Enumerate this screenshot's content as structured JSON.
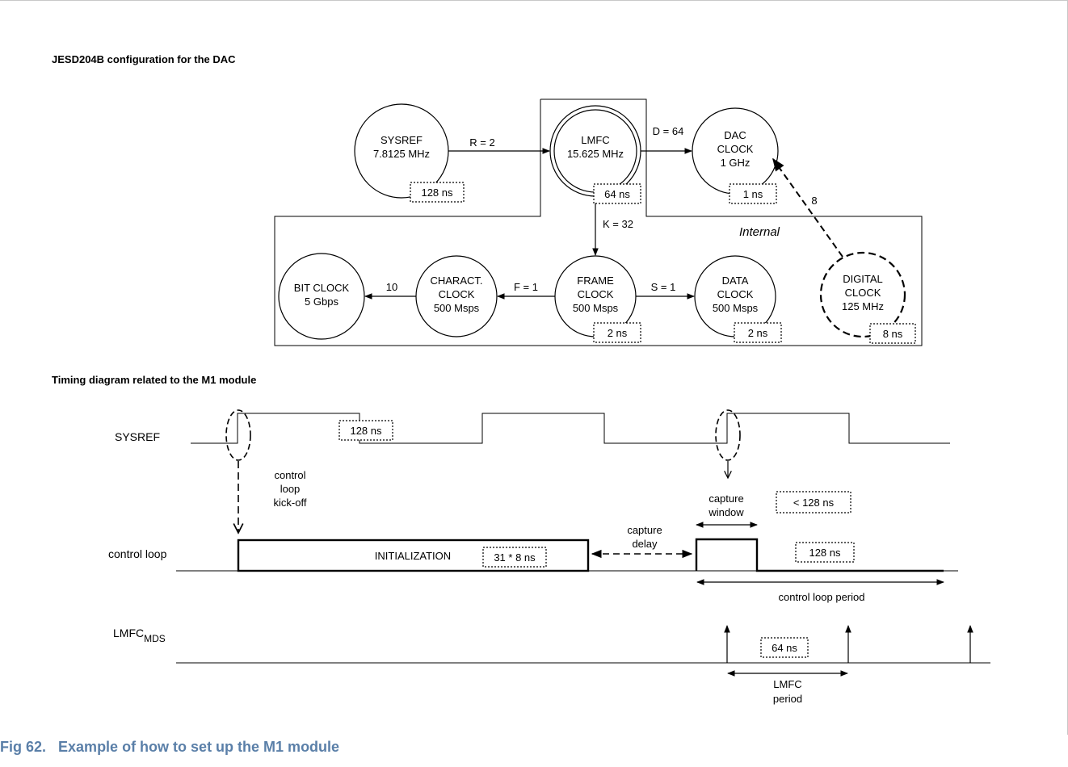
{
  "section_titles": {
    "config": "JESD204B configuration for the DAC",
    "timing": "Timing diagram related to the M1 module"
  },
  "caption": {
    "label": "Fig 62.",
    "text": "Example of how to set up the M1 module"
  },
  "config_diagram": {
    "nodes": {
      "sysref": {
        "lines": [
          "SYSREF",
          "7.8125 MHz"
        ],
        "period": "128 ns"
      },
      "lmfc": {
        "lines": [
          "LMFC",
          "15.625 MHz"
        ],
        "period": "64 ns"
      },
      "dac_clock": {
        "lines": [
          "DAC",
          "CLOCK",
          "1 GHz"
        ],
        "period": "1 ns"
      },
      "bit_clock": {
        "lines": [
          "BIT CLOCK",
          "5 Gbps"
        ]
      },
      "charact_clock": {
        "lines": [
          "CHARACT.",
          "CLOCK",
          "500 Msps"
        ]
      },
      "frame_clock": {
        "lines": [
          "FRAME",
          "CLOCK",
          "500 Msps"
        ],
        "period": "2 ns"
      },
      "data_clock": {
        "lines": [
          "DATA",
          "CLOCK",
          "500 Msps"
        ],
        "period": "2 ns"
      },
      "digital_clock": {
        "lines": [
          "DIGITAL",
          "CLOCK",
          "125 MHz"
        ],
        "period": "8 ns"
      }
    },
    "edges": {
      "sysref_lmfc": "R = 2",
      "lmfc_dac": "D = 64",
      "lmfc_frame": "K = 32",
      "frame_charact": "F = 1",
      "charact_bit": "10",
      "frame_data": "S = 1",
      "digital_dac": "8"
    },
    "region_label": "Internal"
  },
  "timing_diagram": {
    "signals": {
      "sysref": "SYSREF",
      "control_loop": "control loop",
      "lmfc_main": "LMFC",
      "lmfc_sub": "MDS"
    },
    "boxes": {
      "sysref_period": "128 ns",
      "capture_window_max": "< 128 ns",
      "control_loop_period": "128 ns",
      "initialization_time": "31 * 8 ns",
      "lmfc_period": "64 ns"
    },
    "labels": {
      "initialization": "INITIALIZATION",
      "kickoff": [
        "control",
        "loop",
        "kick-off"
      ],
      "capture_delay": [
        "capture",
        "delay"
      ],
      "capture_window": [
        "capture",
        "window"
      ],
      "control_loop_period": "control loop period",
      "lmfc_period": [
        "LMFC",
        "period"
      ]
    }
  }
}
